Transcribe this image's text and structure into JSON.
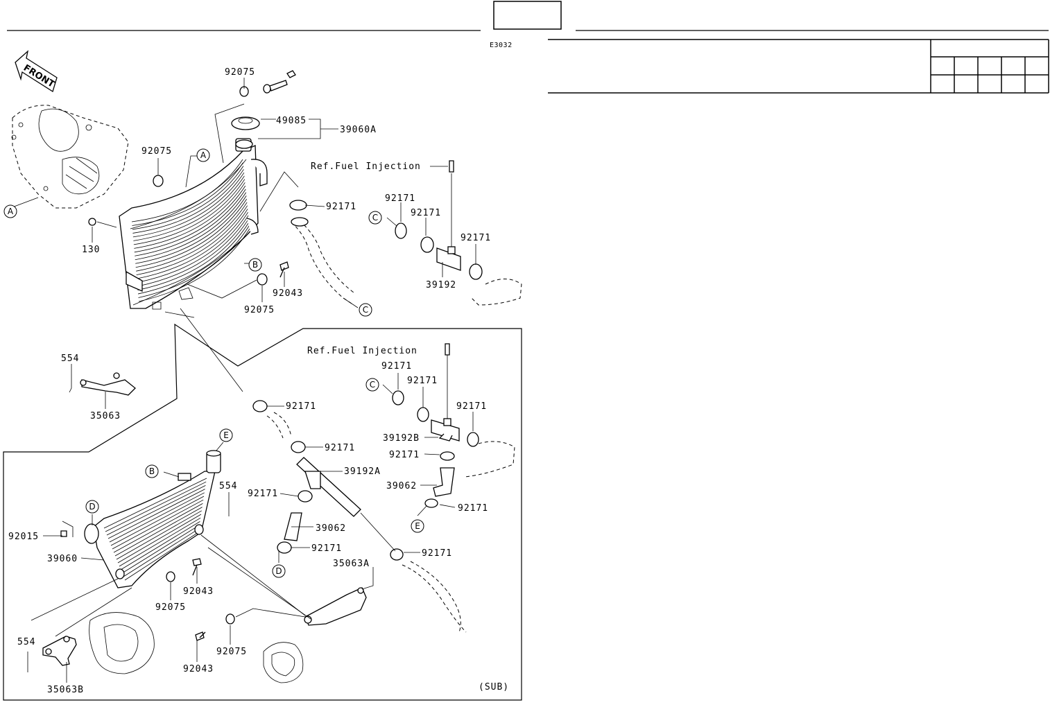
{
  "header": {
    "code": "E3032"
  },
  "front_label": "FRONT",
  "sub_label": "(SUB)",
  "refs": {
    "ref_upper": "Ref.Fuel Injection",
    "ref_lower": "Ref.Fuel Injection"
  },
  "parts": {
    "p92075_top": "92075",
    "p49085": "49085",
    "p39060A": "39060A",
    "p92075_left": "92075",
    "p130": "130",
    "p92171_a": "92171",
    "p92171_b": "92171",
    "p92171_c": "92171",
    "p92171_d": "92171",
    "p39192": "39192",
    "p92043_a": "92043",
    "p92075_b": "92075",
    "p554_a": "554",
    "p35063": "35063",
    "p92171_e": "92171",
    "p92171_f": "92171",
    "p92171_g": "92171",
    "p92171_h": "92171",
    "p39192B": "39192B",
    "p92171_i": "92171",
    "p92171_j": "92171",
    "p39192A": "39192A",
    "p92171_k": "92171",
    "p39062_a": "39062",
    "p39062_b": "39062",
    "p92171_l": "92171",
    "p92171_m": "92171",
    "p92171_n": "92171",
    "p554_b": "554",
    "p92015": "92015",
    "p39060": "39060",
    "p92043_b": "92043",
    "p92075_c": "92075",
    "p35063A": "35063A",
    "p554_c": "554",
    "p35063B": "35063B",
    "p92043_c": "92043",
    "p92075_d": "92075"
  },
  "callouts": {
    "A1": "A",
    "A2": "A",
    "B1": "B",
    "B2": "B",
    "C1": "C",
    "C2": "C",
    "C3": "C",
    "D1": "D",
    "D2": "D",
    "E1": "E",
    "E2": "E"
  }
}
